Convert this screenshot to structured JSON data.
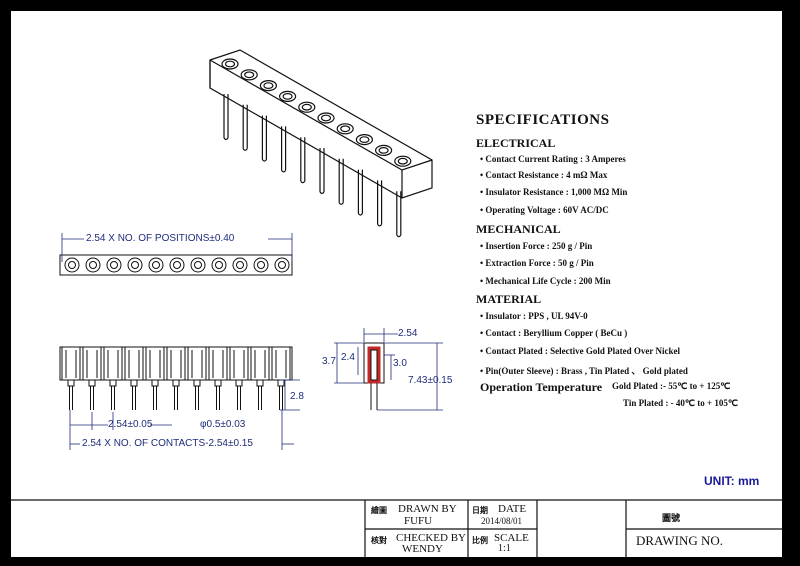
{
  "specifications": {
    "title": "SPECIFICATIONS",
    "electrical": {
      "heading": "ELECTRICAL",
      "items": [
        "Contact Current Rating : 3 Amperes",
        "Contact Resistance : 4 mΩ Max",
        "Insulator Resistance : 1,000 MΩ Min",
        "Operating Voltage : 60V AC/DC"
      ]
    },
    "mechanical": {
      "heading": "MECHANICAL",
      "items": [
        "Insertion Force : 250 g / Pin",
        "Extraction Force : 50 g / Pin",
        "Mechanical Life Cycle : 200 Min"
      ]
    },
    "material": {
      "heading": "MATERIAL",
      "items": [
        "Insulator : PPS , UL 94V-0",
        "Contact : Beryllium Copper ( BeCu )",
        "Contact Plated : Selective Gold Plated Over Nickel",
        "Pin(Outer Sleeve) : Brass , Tin Plated 、 Gold plated"
      ]
    },
    "operation_temperature": {
      "label": "Operation Temperature",
      "gold": "Gold Plated :- 55℃ to + 125℃",
      "tin": "Tin Plated : - 40℃ to + 105℃"
    }
  },
  "unit_label": "UNIT: mm",
  "dimensions": {
    "positions": "2.54 X NO. OF POSITIONS±0.40",
    "pitch": "2.54±0.05",
    "pin_dia": "φ0.5±0.03",
    "contacts": "2.54 X NO. OF CONTACTS-2.54±0.15",
    "tail": "2.8",
    "side_width": "2.54",
    "side_37": "3.7",
    "side_24": "2.4",
    "side_30": "3.0",
    "side_height": "7.43±0.15"
  },
  "title_block": {
    "drawn_by_cn": "繪圖",
    "drawn_by_label": "DRAWN BY",
    "drawn_by_value": "FUFU",
    "date_cn": "日期",
    "date_label": "DATE",
    "date_value": "2014/08/01",
    "checked_by_cn": "核對",
    "checked_by_label": "CHECKED BY",
    "checked_by_value": "WENDY",
    "scale_cn": "比例",
    "scale_label": "SCALE",
    "scale_value": "1:1",
    "drawing_no_cn": "圖號",
    "drawing_no_label": "DRAWING NO."
  },
  "colors": {
    "dimension": "#1f2c7a",
    "side_view_red": "#c62828",
    "unit": "#1a1a9a"
  }
}
